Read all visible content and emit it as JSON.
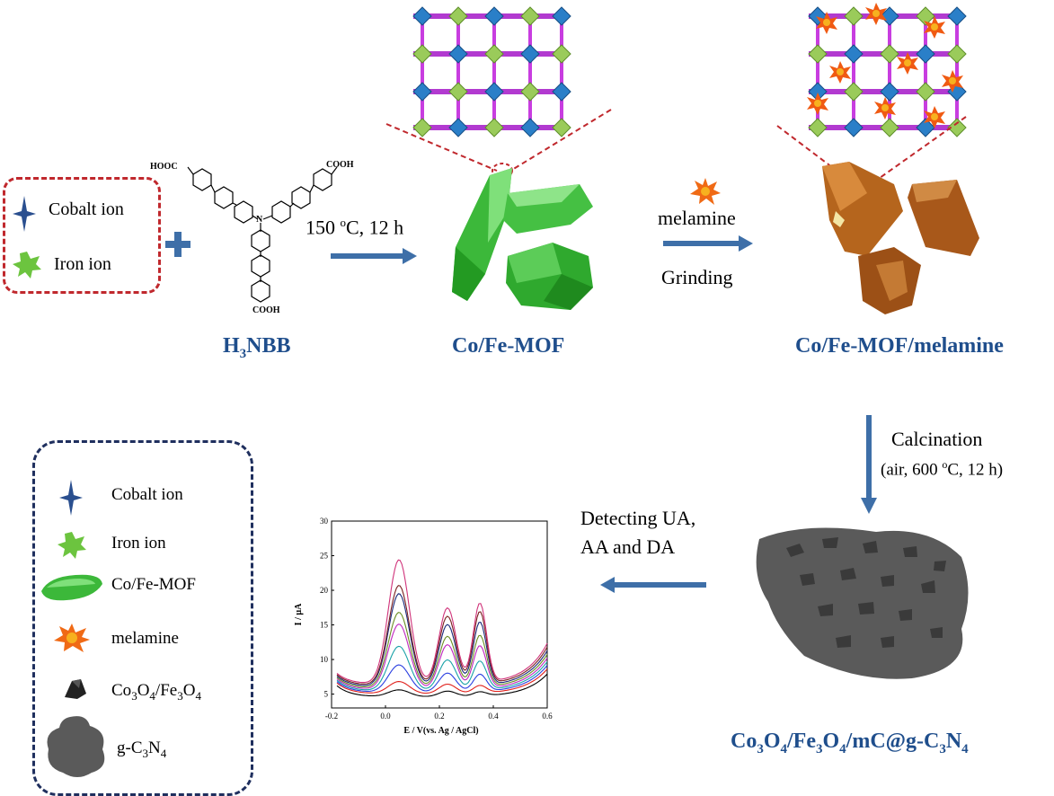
{
  "legend_top": {
    "cobalt_label": "Cobalt ion",
    "iron_label": "Iron ion"
  },
  "ligand": {
    "name_main": "H",
    "name_sub": "3",
    "name_rest": "NBB",
    "cooh_left": "HOOC",
    "cooh_right": "COOH",
    "cooh_bottom": "COOH",
    "n_atom": "N"
  },
  "step1": {
    "condition": "150 ",
    "sup": "o",
    "condition_rest": "C, 12 h"
  },
  "product1": {
    "label": "Co/Fe-MOF"
  },
  "step2": {
    "reagent": "melamine",
    "action": "Grinding"
  },
  "product2": {
    "label": "Co/Fe-MOF/melamine"
  },
  "step3": {
    "action": "Calcination",
    "condition_pre": "(air, 600 ",
    "sup": "o",
    "condition_post": "C, 12 h)"
  },
  "product3": {
    "p1": "Co",
    "s1": "3",
    "p2": "O",
    "s2": "4",
    "p3": "/Fe",
    "s3": "3",
    "p4": "O",
    "s4": "4",
    "p5": "/mC@g-C",
    "s5": "3",
    "p6": "N",
    "s6": "4"
  },
  "step4": {
    "line1": "Detecting UA,",
    "line2": "AA and DA"
  },
  "legend_bottom": {
    "cobalt_label": "Cobalt ion",
    "iron_label": "Iron ion",
    "mof_label": "Co/Fe-MOF",
    "melamine_label": "melamine",
    "oxide_p1": "Co",
    "oxide_s1": "3",
    "oxide_p2": "O",
    "oxide_s2": "4",
    "oxide_p3": "/Fe",
    "oxide_s3": "3",
    "oxide_p4": "O",
    "oxide_s4": "4",
    "gcn_p1": "g-C",
    "gcn_s1": "3",
    "gcn_p2": "N",
    "gcn_s2": "4"
  },
  "chart_data": {
    "type": "line",
    "xlabel": "E  /  V(vs. Ag / AgCl)",
    "ylabel": "I  /  µA",
    "xlim": [
      -0.2,
      0.6
    ],
    "ylim": [
      3,
      30
    ],
    "x_ticks": [
      "-0.2",
      "0.0",
      "0.2",
      "0.4",
      "0.6"
    ],
    "y_ticks": [
      "5",
      "10",
      "15",
      "20",
      "25",
      "30"
    ],
    "peaks_x": [
      0.05,
      0.23,
      0.35
    ],
    "series": [
      {
        "color": "#000000",
        "peaks": [
          1.0,
          0.8,
          0.6
        ],
        "base": 5.0
      },
      {
        "color": "#e0201b",
        "peaks": [
          1.8,
          1.4,
          1.1
        ],
        "base": 5.4
      },
      {
        "color": "#2b3fe0",
        "peaks": [
          4.0,
          2.8,
          2.5
        ],
        "base": 5.6
      },
      {
        "color": "#1aa2a8",
        "peaks": [
          6.5,
          4.5,
          4.2
        ],
        "base": 5.8
      },
      {
        "color": "#c026c0",
        "peaks": [
          9.5,
          6.5,
          6.2
        ],
        "base": 6.0
      },
      {
        "color": "#6b8e23",
        "peaks": [
          11.0,
          7.5,
          7.5
        ],
        "base": 6.2
      },
      {
        "color": "#1b2a7a",
        "peaks": [
          13.5,
          9.0,
          9.2
        ],
        "base": 6.4
      },
      {
        "color": "#7a1f1f",
        "peaks": [
          14.5,
          10.0,
          10.5
        ],
        "base": 6.6
      },
      {
        "color": "#d0337a",
        "peaks": [
          18.0,
          11.0,
          11.5
        ],
        "base": 6.8
      }
    ]
  },
  "colors": {
    "label_blue": "#1f4e8c",
    "arrow_blue": "#3e6fa8",
    "mof_green": "#3cb83a",
    "mof_brown": "#b5651d",
    "gcn_gray": "#5a5a5a",
    "red_dash": "#c0282d",
    "navy_dash": "#1f2f5e"
  }
}
